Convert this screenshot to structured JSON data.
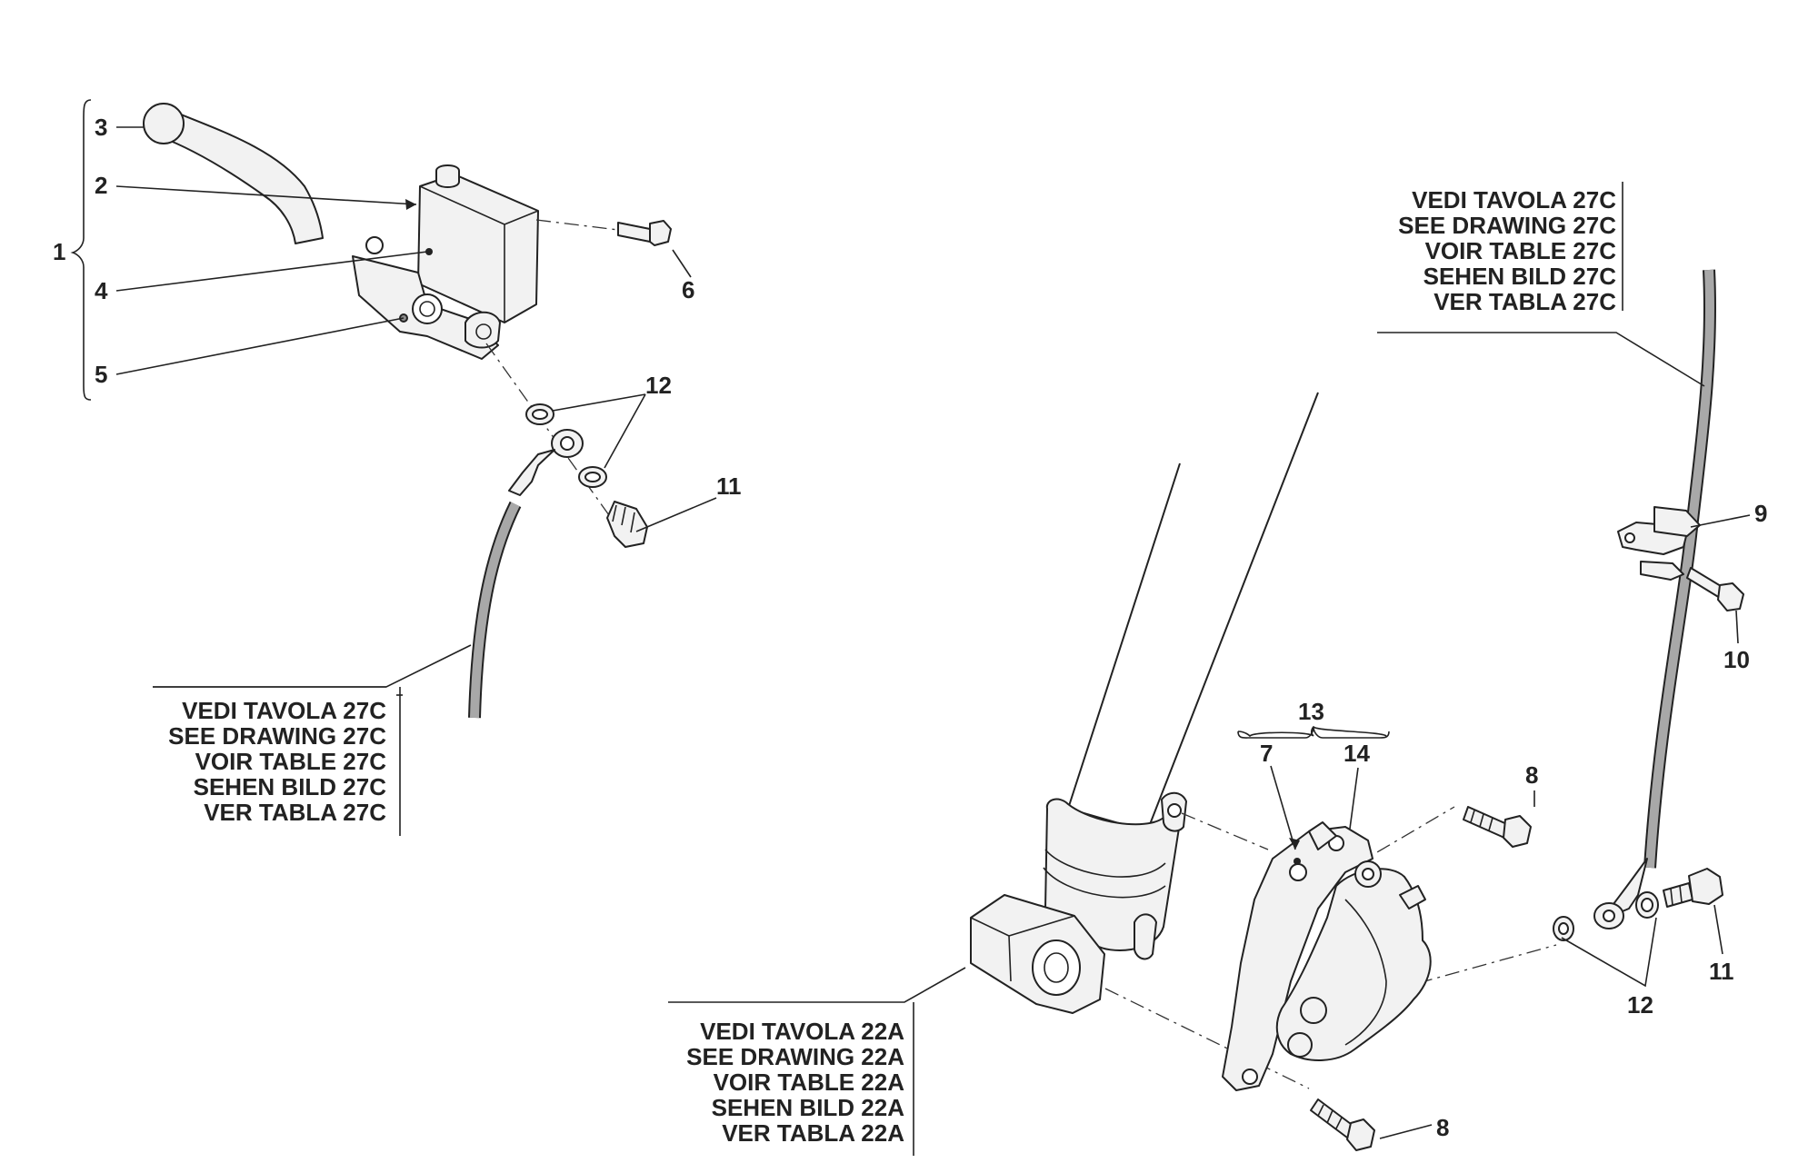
{
  "callouts": {
    "c1": "1",
    "c2": "2",
    "c3": "3",
    "c4": "4",
    "c5": "5",
    "c6": "6",
    "c12a": "12",
    "c11a": "11",
    "c9": "9",
    "c10": "10",
    "c13": "13",
    "c7": "7",
    "c14": "14",
    "c8a": "8",
    "c8b": "8",
    "c11b": "11",
    "c12b": "12"
  },
  "reference_left": [
    "VEDI TAVOLA 27C",
    "SEE DRAWING 27C",
    "VOIR TABLE 27C",
    "SEHEN BILD 27C",
    "VER TABLA 27C"
  ],
  "reference_right": [
    "VEDI TAVOLA 27C",
    "SEE DRAWING 27C",
    "VOIR TABLE 27C",
    "SEHEN BILD 27C",
    "VER TABLA 27C"
  ],
  "reference_fork": [
    "VEDI TAVOLA 22A",
    "SEE DRAWING 22A",
    "VOIR TABLE 22A",
    "SEHEN BILD 22A",
    "VER TABLA 22A"
  ]
}
